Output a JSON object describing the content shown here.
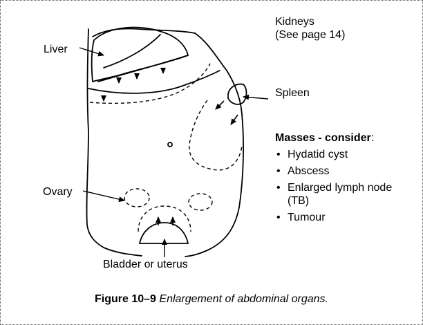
{
  "labels": {
    "liver": "Liver",
    "kidneys": "Kidneys",
    "kidneys_ref": "(See page 14)",
    "spleen": "Spleen",
    "ovary": "Ovary",
    "bladder": "Bladder or uterus"
  },
  "masses": {
    "title": "Masses - consider",
    "title_suffix": ":",
    "items": [
      "Hydatid cyst",
      "Abscess",
      "Enlarged lymph node (TB)",
      "Tumour"
    ]
  },
  "caption": {
    "number": "Figure 10–9",
    "text": "Enlargement of abdominal organs."
  }
}
